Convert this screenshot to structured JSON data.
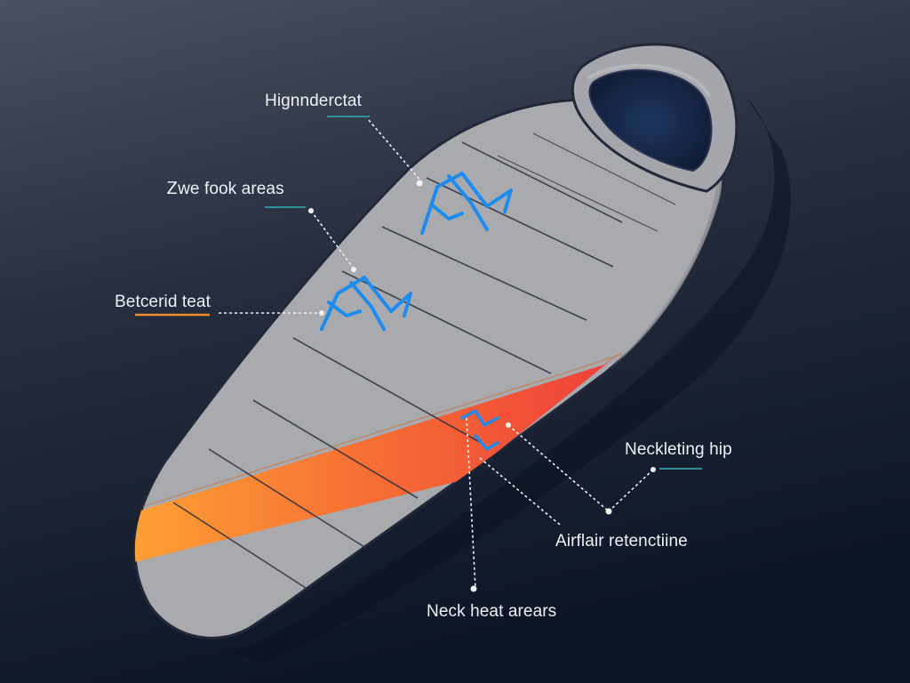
{
  "colors": {
    "background_top": "#4a5060",
    "background_bottom": "#0d1626",
    "bag_body": "#a9aaae",
    "bag_outline": "#22283a",
    "hood_opening": "#1a2a4a",
    "heat_band_start": "#ffa534",
    "heat_band_end": "#ee3f3a",
    "airflow_arrows": "#1c8cf0",
    "callout_line": "#f2f2f2",
    "underline_teal": "#2f8e9a",
    "underline_orange": "#f08a2e"
  },
  "callouts": [
    {
      "id": "top",
      "text": "Hignnderctat"
    },
    {
      "id": "upper",
      "text": "Ꮓwe fook areas"
    },
    {
      "id": "middle",
      "text": "Betcerid teat"
    },
    {
      "id": "right-upper",
      "text": "Neckleting hip"
    },
    {
      "id": "right-lower",
      "text": "Airflair retenctiine"
    },
    {
      "id": "bottom",
      "text": "Neck heat arears"
    }
  ],
  "icons": [
    "airflow-arrow-icon",
    "airflow-arrow-icon",
    "airflow-arrow-icon"
  ]
}
